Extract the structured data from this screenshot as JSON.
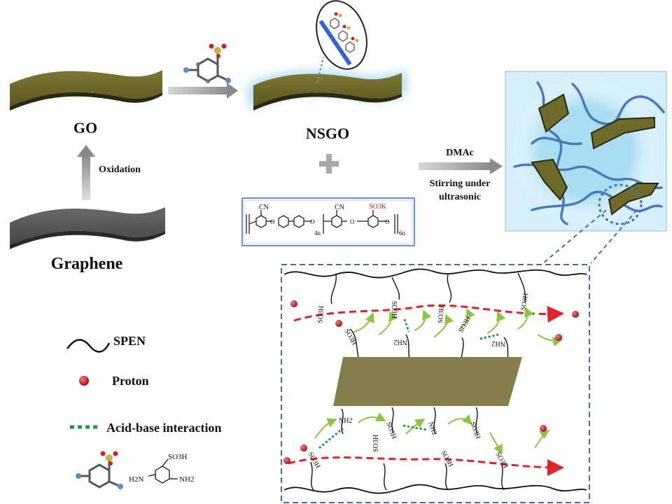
{
  "labels": {
    "go": "GO",
    "nsgo": "NSGO",
    "graphene": "Graphene",
    "oxidation": "Oxidation",
    "dmac": "DMAc",
    "stirring_line1": "Stirring under",
    "stirring_line2": "ultrasonic"
  },
  "legend": {
    "spen": "SPEN",
    "proton": "Proton",
    "acid_base": "Acid-base interaction"
  },
  "chemistry": {
    "cn": "CN",
    "so3k": "SO3K",
    "four_n": "4n",
    "six_n": "6n",
    "o": "O",
    "so3h": "SO3H",
    "nh2": "NH2",
    "h2n": "H2N"
  },
  "colors": {
    "sheet_olive": "#6e6a2a",
    "sheet_dark_edge": "#2a2a10",
    "graphene_grey": "#555555",
    "polymer_blue": "#4a78b8",
    "proton_red": "#c8102e",
    "path_red": "#e0242a",
    "arrow_green": "#8cc63f",
    "interaction_green": "#1a9a4a",
    "box_dashed": "#4a6e8e",
    "composite_bg": "#bfe6f5"
  }
}
